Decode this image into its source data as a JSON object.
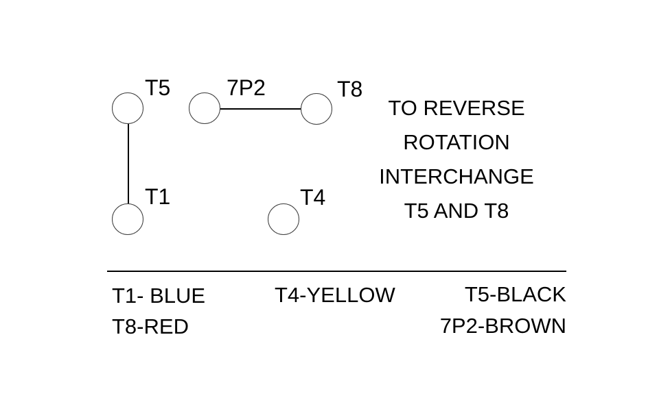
{
  "diagram": {
    "terminals": [
      {
        "id": "T5",
        "label": "T5"
      },
      {
        "id": "7P2",
        "label": "7P2"
      },
      {
        "id": "T8",
        "label": "T8"
      },
      {
        "id": "T1",
        "label": "T1"
      },
      {
        "id": "T4",
        "label": "T4"
      }
    ],
    "connections": [
      {
        "from": "T5",
        "to": "T1"
      },
      {
        "from": "7P2",
        "to": "T8"
      }
    ],
    "note": {
      "lines": [
        "TO REVERSE",
        "ROTATION",
        "INTERCHANGE",
        "T5 AND T8"
      ]
    }
  },
  "legend": {
    "entries": [
      {
        "terminal": "T1",
        "color_name": "BLUE",
        "label": "T1- BLUE"
      },
      {
        "terminal": "T4",
        "color_name": "YELLOW",
        "label": "T4-YELLOW"
      },
      {
        "terminal": "T5",
        "color_name": "BLACK",
        "label": "T5-BLACK"
      },
      {
        "terminal": "T8",
        "color_name": "RED",
        "label": "T8-RED"
      },
      {
        "terminal": "7P2",
        "color_name": "BROWN",
        "label": "7P2-BROWN"
      }
    ]
  },
  "colors": {
    "background": "#ffffff",
    "line": "#000000",
    "text": "#000000"
  }
}
